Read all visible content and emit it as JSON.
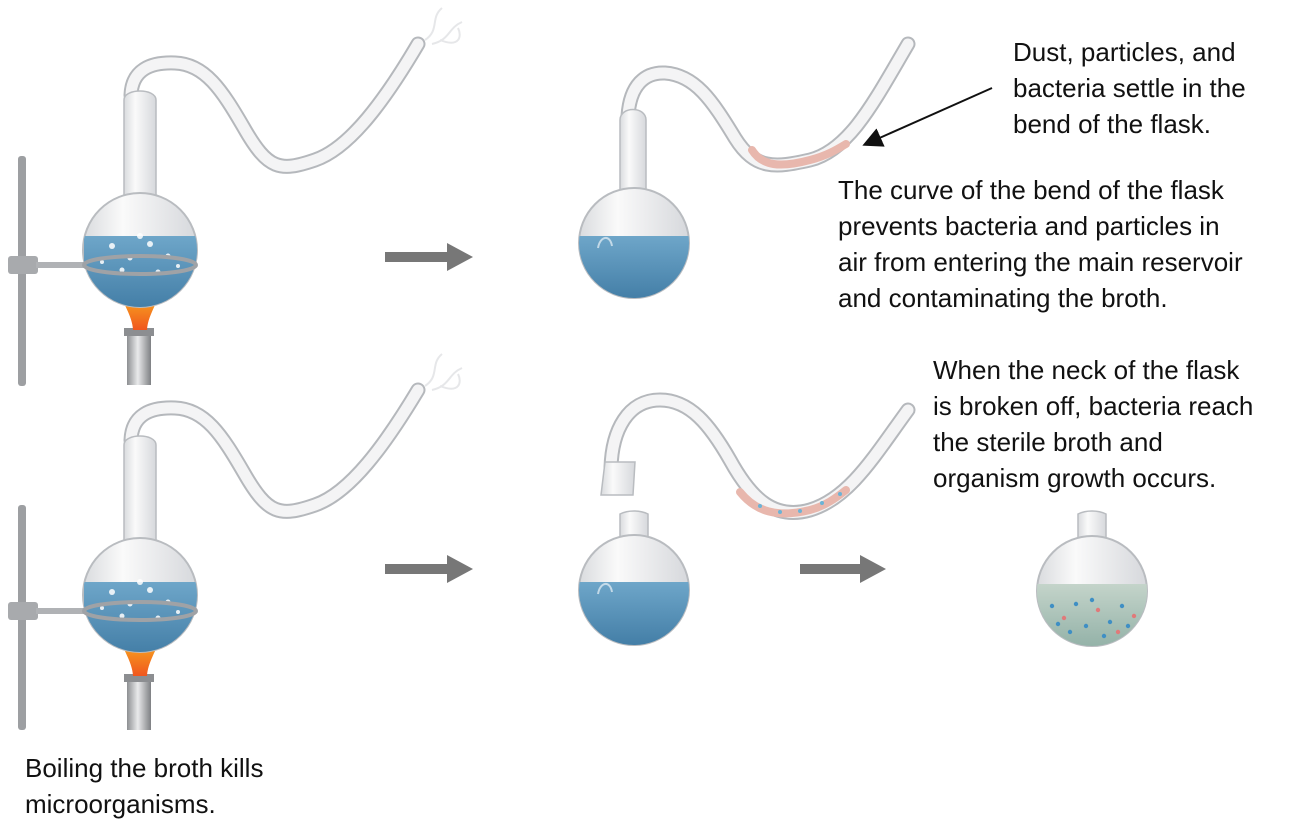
{
  "captions": {
    "dust": [
      "Dust, particles, and",
      "bacteria settle in the",
      "bend of the flask."
    ],
    "curve": [
      "The curve of the bend of the flask",
      "prevents bacteria and particles in",
      "air from entering the main reservoir",
      "and contaminating the broth."
    ],
    "neck": [
      "When the neck of the flask",
      "is broken off, bacteria reach",
      "the sterile broth and",
      "organism growth occurs."
    ],
    "boil": [
      "Boiling the broth kills",
      "microorganisms."
    ]
  },
  "colors": {
    "glass": "#f3f3f4",
    "glass_edge": "#b9bcc0",
    "broth": "#5b93b8",
    "broth_dark": "#3d6f94",
    "contaminated_broth": "#a9c0b4",
    "sediment": "#e8b7ad",
    "flame": "#f5a623",
    "arrow": "#777777",
    "stand": "#9a9a9a",
    "text": "#111111"
  },
  "icons": [
    "flask-icon",
    "flame-icon",
    "ring-stand-icon",
    "steam-icon",
    "arrow-icon"
  ]
}
